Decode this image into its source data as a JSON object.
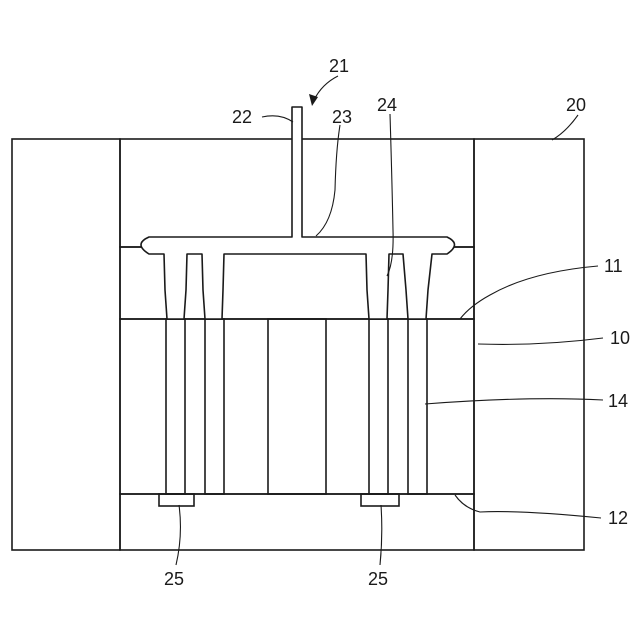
{
  "figure": {
    "labels": {
      "mold_outer": "20",
      "cavity_system": "21",
      "sprue": "22",
      "runner": "23",
      "gate": "24",
      "component_top": "11",
      "component": "10",
      "hole": "14",
      "component_bottom": "12",
      "insert_left": "25",
      "insert_right": "25"
    }
  }
}
